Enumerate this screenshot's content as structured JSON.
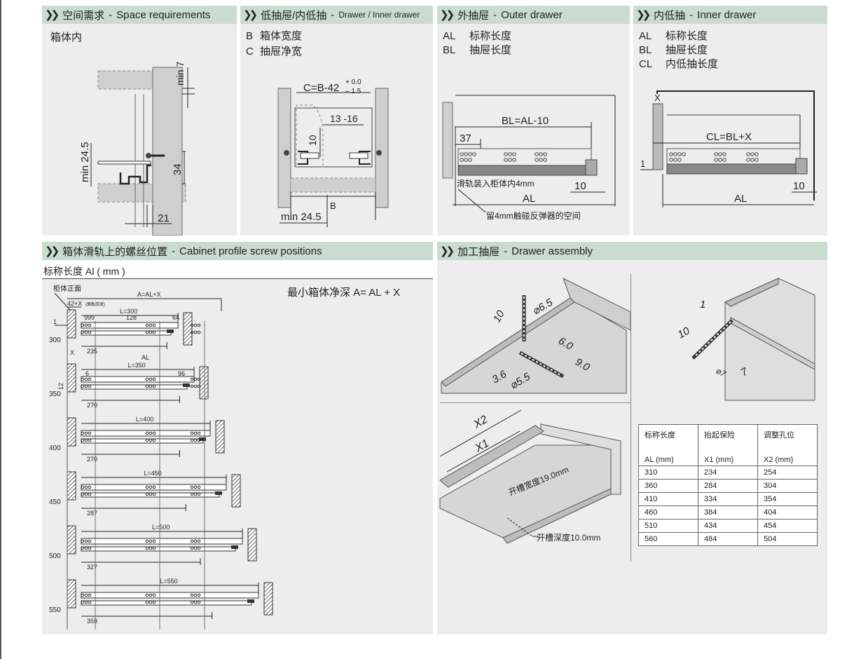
{
  "panels": {
    "space": {
      "title": "空间需求",
      "subtitle": "Space requirements",
      "label": "箱体内",
      "dims": {
        "min7": "min 7",
        "min245": "min 24.5",
        "d34": "34",
        "d21": "21"
      }
    },
    "low": {
      "title": "低抽屉/内低抽",
      "subtitle": "Drawer / Inner drawer",
      "legend": [
        {
          "code": "B",
          "text": "箱体宽度"
        },
        {
          "code": "C",
          "text": "抽屉净宽"
        }
      ],
      "dims": {
        "formula": "C=B-42",
        "tol_plus": "+ 0.0",
        "tol_minus": "– 1.5",
        "d1316": "13 -16",
        "d10": "10",
        "b": "B",
        "min245": "min 24.5"
      }
    },
    "outer": {
      "title": "外抽屉",
      "subtitle": "Outer drawer",
      "legend": [
        {
          "code": "AL",
          "text": "标称长度"
        },
        {
          "code": "BL",
          "text": "抽屉长度"
        }
      ],
      "dims": {
        "bl": "BL=AL-10",
        "d37": "37",
        "note1": "滑轨装入柜体内4mm",
        "d10": "10",
        "al": "AL",
        "note2": "留4mm触碰反弹器的空间"
      }
    },
    "inner": {
      "title": "内低抽",
      "subtitle": "Inner drawer",
      "legend": [
        {
          "code": "AL",
          "text": "标称长度"
        },
        {
          "code": "BL",
          "text": "抽屉长度"
        },
        {
          "code": "CL",
          "text": "内低抽长度"
        }
      ],
      "dims": {
        "x": "X",
        "cl": "CL=BL+X",
        "d1": "1",
        "d10": "10",
        "al": "AL"
      }
    },
    "screw": {
      "title": "箱体滑轨上的螺丝位置",
      "subtitle": "Cabinet profile screw positions",
      "nominal_label": "标称长度 Al ( mm )",
      "min_depth": "最小箱体净深 A= AL + X",
      "labels": {
        "cabinet_front": "柜体正面",
        "a_formula": "A=AL+X",
        "front_offset": "42+X",
        "front_offset_note": "(面板厚度)",
        "d1": "1",
        "x": "X",
        "al": "AL",
        "d12": "12",
        "d999": "999",
        "d128": "128",
        "d64": "64",
        "d6": "6",
        "d96": "96"
      },
      "rows": [
        {
          "size": "300",
          "length": "L=300",
          "dim": "235"
        },
        {
          "size": "350",
          "length": "L=350",
          "dim": "270"
        },
        {
          "size": "400",
          "length": "L=400",
          "dim": "270"
        },
        {
          "size": "450",
          "length": "L=450",
          "dim": "287"
        },
        {
          "size": "500",
          "length": "L=500",
          "dim": "327"
        },
        {
          "size": "550",
          "length": "L=550",
          "dim": "359"
        }
      ]
    },
    "assembly": {
      "title": "加工抽屉",
      "subtitle": "Drawer assembly",
      "drill": {
        "d10": "10",
        "dia65": "⌀6.5",
        "d60": "6.0",
        "d90": "9.0",
        "d36": "3.6",
        "dia55": "⌀5.5"
      },
      "hook": {
        "d1": "1",
        "d10": "10",
        "dia7": "⌀7",
        "d7": "7"
      },
      "drawer": {
        "x2": "X2",
        "x1": "X1",
        "groove_width": "开槽宽度19.0mm",
        "groove_depth": "开槽深度10.0mm"
      },
      "table": {
        "headers": [
          {
            "name": "标称长度",
            "unit": "AL (mm)"
          },
          {
            "name": "抬起保险",
            "unit": "X1 (mm)"
          },
          {
            "name": "调整孔位",
            "unit": "X2 (mm)"
          }
        ],
        "rows": [
          [
            "310",
            "234",
            "254"
          ],
          [
            "360",
            "284",
            "304"
          ],
          [
            "410",
            "334",
            "354"
          ],
          [
            "460",
            "384",
            "404"
          ],
          [
            "510",
            "434",
            "454"
          ],
          [
            "560",
            "484",
            "504"
          ]
        ]
      }
    }
  },
  "colors": {
    "header": "#c9dccf",
    "panel": "#ededed",
    "board": "#cfcfcf",
    "line": "#222222"
  }
}
